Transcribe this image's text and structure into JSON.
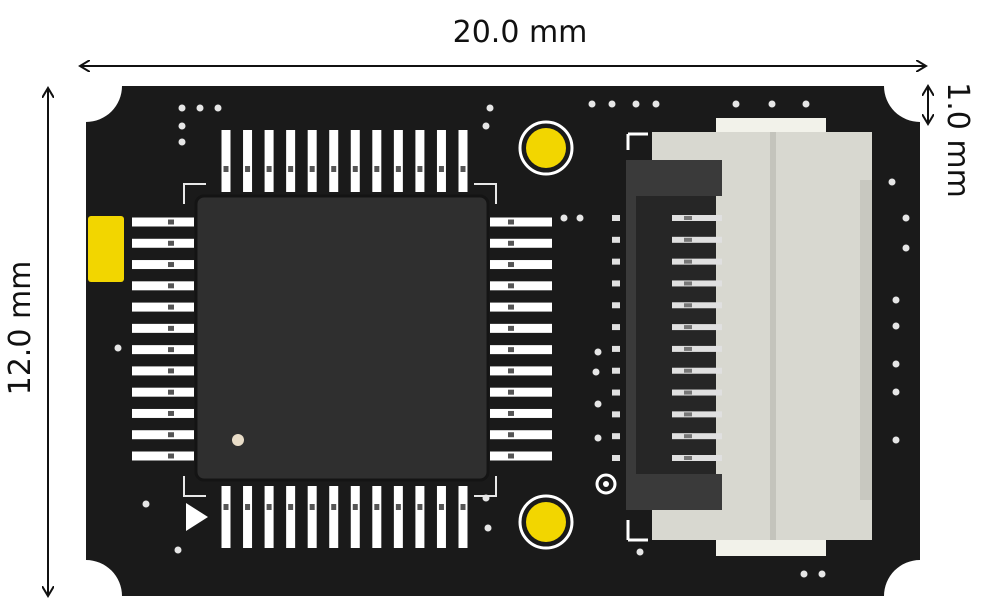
{
  "dimensions": {
    "width": {
      "label": "20.0 mm"
    },
    "height": {
      "label": "12.0 mm"
    },
    "corner": {
      "label": "1.0 mm"
    }
  },
  "board": {
    "pcb_color": "#1a1a1a",
    "pad_color": "#ffffff",
    "accent_color": "#f2d600",
    "chip_color": "#2f2f2f",
    "connector_color": "#d8d8d0",
    "connector_dark": "#3a3a3a",
    "qfp_pins_per_side": 12,
    "connector_pins": 12
  }
}
